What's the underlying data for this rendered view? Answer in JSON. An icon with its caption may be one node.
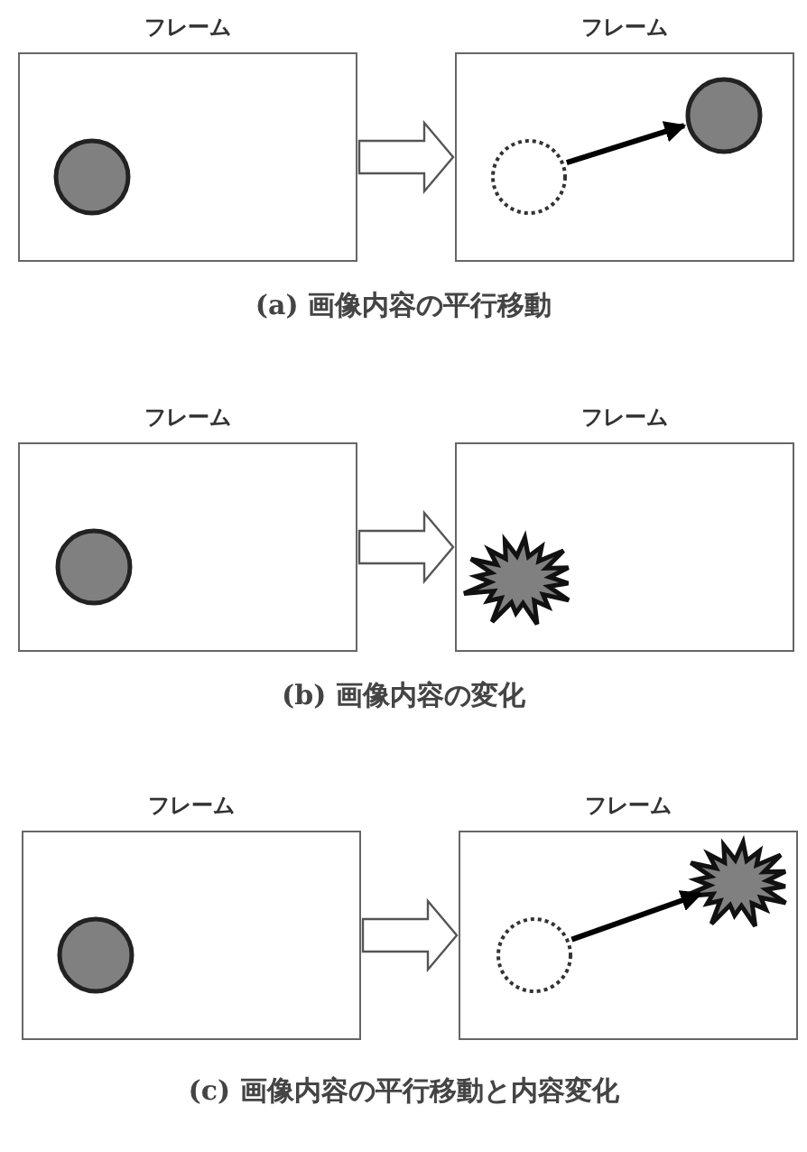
{
  "diagram": {
    "nodes": [
      {
        "text": [
          "フレーム"
        ]
      },
      {
        "text": [],
        "shape": "circle",
        "in": 0
      },
      {
        "text": [
          "フレーム"
        ]
      },
      {
        "text": [],
        "shape": "circle",
        "in": 2
      },
      {
        "text": [],
        "shape": "circle",
        "in": 2
      },
      {
        "text": [
          "フレーム"
        ]
      },
      {
        "text": [],
        "shape": "circle",
        "in": 5
      },
      {
        "text": [
          "フレーム"
        ]
      },
      {
        "text": [],
        "shape": "star",
        "in": 7
      },
      {
        "text": [
          "フレーム"
        ]
      },
      {
        "text": [],
        "shape": "circle",
        "in": 9
      },
      {
        "text": [
          "フレーム"
        ]
      },
      {
        "text": [],
        "shape": "circle",
        "in": 11
      },
      {
        "text": [],
        "shape": "star",
        "in": 11
      }
    ],
    "edges": [
      {
        "from": 0,
        "to": 2,
        "arrow": "to"
      },
      {
        "from": 3,
        "to": 4,
        "arrow": "to"
      },
      {
        "from": 5,
        "to": 7,
        "arrow": "to"
      },
      {
        "from": 9,
        "to": 11,
        "arrow": "to"
      },
      {
        "from": 12,
        "to": 13,
        "arrow": "to"
      }
    ],
    "labels": [
      "(a) 画像内容の平行移動",
      "(b) 画像内容の変化",
      "(c) 画像内容の平行移動と内容変化"
    ]
  }
}
